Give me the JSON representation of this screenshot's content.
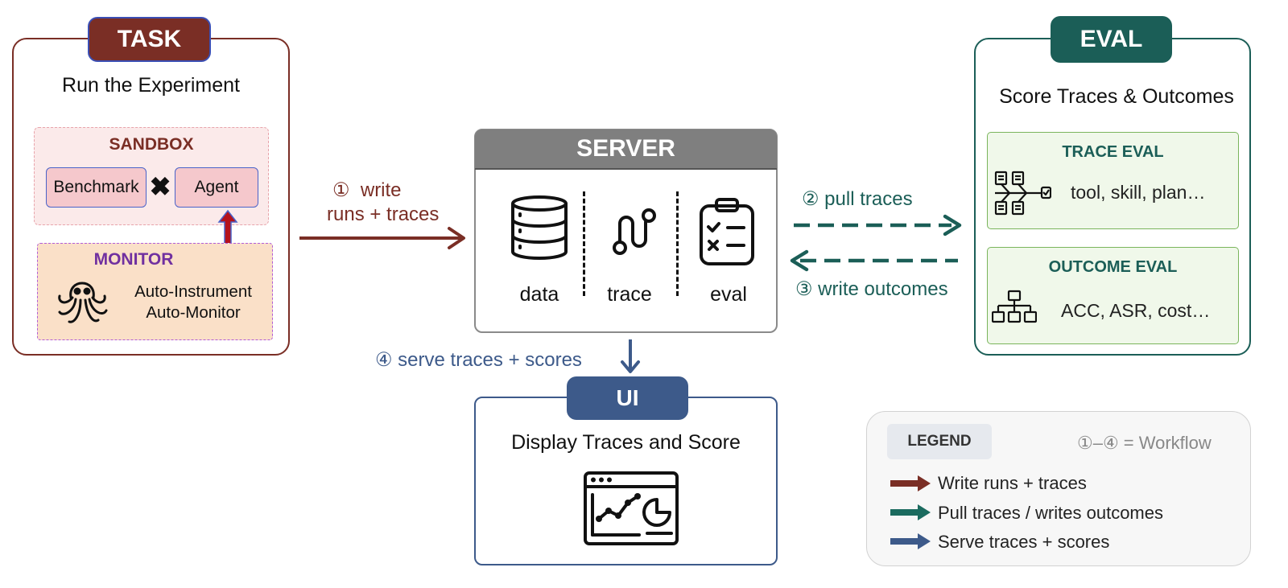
{
  "task": {
    "tag": "TASK",
    "subtitle": "Run the Experiment",
    "sandbox": {
      "title": "SANDBOX",
      "benchmark": "Benchmark",
      "agent": "Agent",
      "times_symbol": "✖"
    },
    "monitor": {
      "title": "MONITOR",
      "line1": "Auto-Instrument",
      "line2": "Auto-Monitor"
    }
  },
  "server": {
    "title": "SERVER",
    "items": [
      "data",
      "trace",
      "eval"
    ]
  },
  "eval": {
    "tag": "EVAL",
    "subtitle": "Score Traces & Outcomes",
    "trace_eval": {
      "title": "TRACE EVAL",
      "text": "tool, skill, plan…"
    },
    "outcome_eval": {
      "title": "OUTCOME EVAL",
      "text": "ACC, ASR, cost…"
    }
  },
  "flows": {
    "write_num": "①",
    "write_line1": "write",
    "write_line2": "runs + traces",
    "pull": "② pull traces",
    "write_outcomes": "③ write outcomes",
    "serve": "④ serve traces + scores"
  },
  "ui": {
    "tag": "UI",
    "subtitle": "Display Traces and Score"
  },
  "legend": {
    "tag": "LEGEND",
    "note": "①–④ = Workflow",
    "items": [
      {
        "label": "Write runs + traces",
        "color": "#7a2e25"
      },
      {
        "label": "Pull traces / writes outcomes",
        "color": "#1b6b5f"
      },
      {
        "label": "Serve traces + scores",
        "color": "#3d5a8a"
      }
    ]
  }
}
